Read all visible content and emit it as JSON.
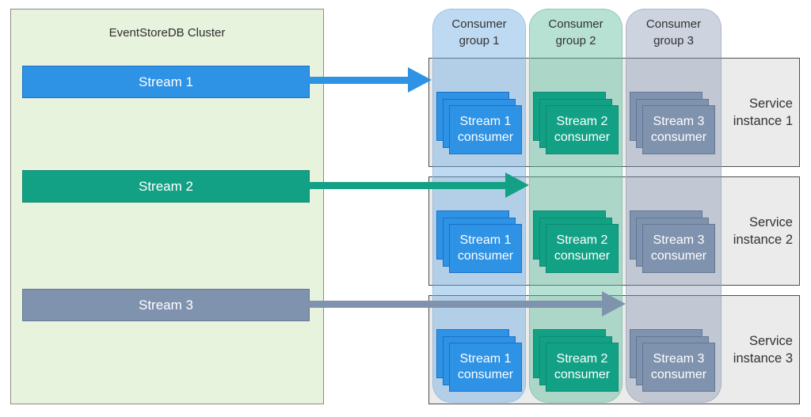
{
  "cluster": {
    "title": "EventStoreDB Cluster",
    "fill": "#E8F3DD",
    "border": "#8B8B8B",
    "streams": [
      {
        "label": "Stream 1",
        "fill": "#2E92E5",
        "border": "#1A70C8"
      },
      {
        "label": "Stream 2",
        "fill": "#13A186",
        "border": "#0D8A70"
      },
      {
        "label": "Stream 3",
        "fill": "#8093AE",
        "border": "#637795"
      }
    ]
  },
  "consumer_groups": [
    {
      "label": "Consumer\ngroup 1",
      "fill": "rgba(110,173,228,0.45)",
      "border": "#7FA8CC",
      "consumer_label": "Stream 1\nconsumer",
      "card_fill": "#2E92E5",
      "card_border": "#1A70C8"
    },
    {
      "label": "Consumer\ngroup 2",
      "fill": "rgba(96,189,156,0.45)",
      "border": "#6FAE94",
      "consumer_label": "Stream 2\nconsumer",
      "card_fill": "#13A186",
      "card_border": "#0D8A70"
    },
    {
      "label": "Consumer\ngroup 3",
      "fill": "rgba(130,146,174,0.40)",
      "border": "#8E99AB",
      "consumer_label": "Stream 3\nconsumer",
      "card_fill": "#8093AE",
      "card_border": "#637795"
    }
  ],
  "service_instances": [
    {
      "label": "Service\ninstance 1",
      "fill": "#EBEBEB",
      "border": "#4D4D4D"
    },
    {
      "label": "Service\ninstance 2",
      "fill": "#EBEBEB",
      "border": "#4D4D4D"
    },
    {
      "label": "Service\ninstance 3",
      "fill": "#EBEBEB",
      "border": "#4D4D4D"
    }
  ],
  "arrows": [
    {
      "from": "Stream 1",
      "to": "Consumer group 1",
      "color": "#2E92E5"
    },
    {
      "from": "Stream 2",
      "to": "Consumer group 2",
      "color": "#13A186"
    },
    {
      "from": "Stream 3",
      "to": "Consumer group 3",
      "color": "#8093AE"
    }
  ]
}
